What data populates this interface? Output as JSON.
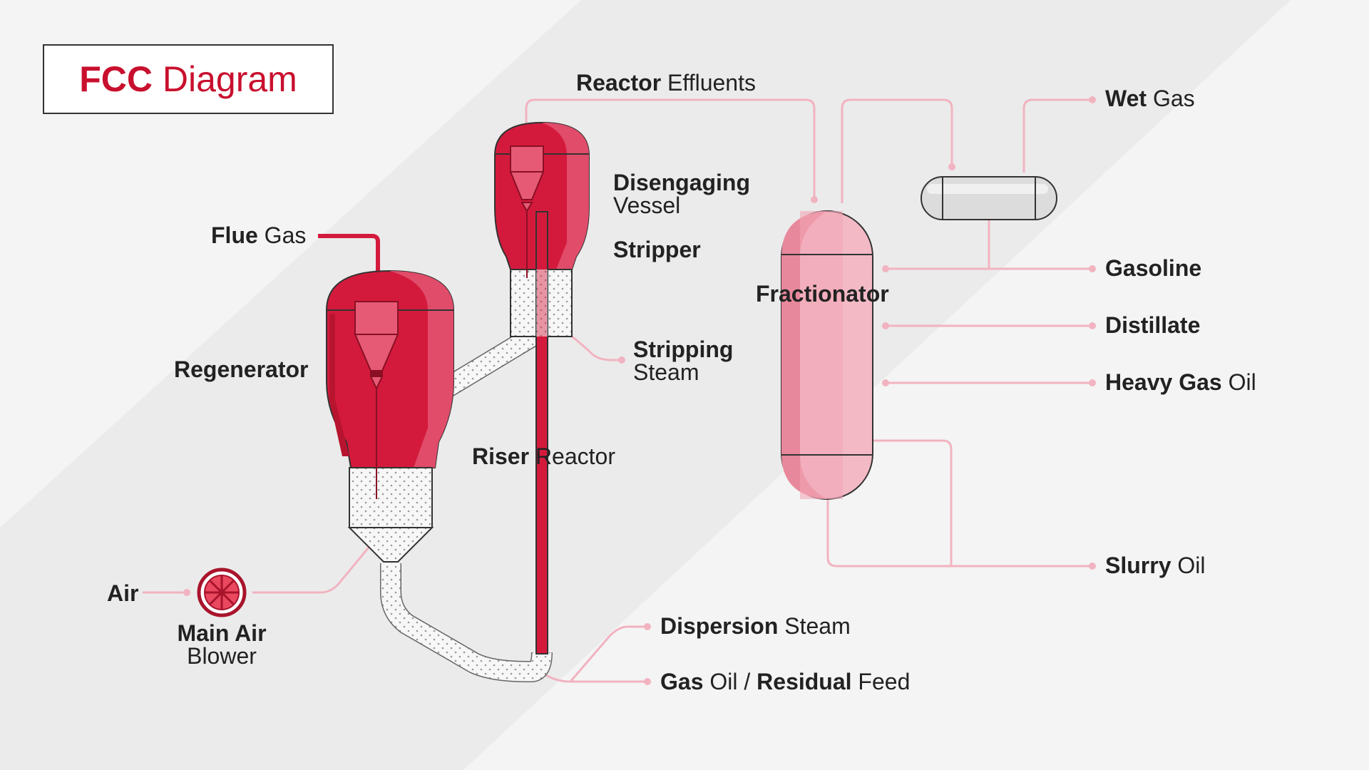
{
  "title": {
    "bold": "FCC",
    "normal": "Diagram"
  },
  "colors": {
    "accent": "#c8102e",
    "vessel_red": "#d41a3c",
    "fractionator_pink": "#f0a0b0",
    "line_pink": "#f2b3c0",
    "background_light": "#f4f4f4",
    "background_band": "#ebebeb"
  },
  "labels": {
    "flue_gas": {
      "bold": "Flue",
      "normal": "Gas"
    },
    "regenerator": {
      "bold": "Regenerator",
      "normal": ""
    },
    "air": {
      "bold": "Air",
      "normal": ""
    },
    "main_air_blower": {
      "bold": "Main Air",
      "normal": "Blower"
    },
    "reactor_effluents": {
      "bold": "Reactor",
      "normal": "Effluents"
    },
    "disengaging_vessel": {
      "bold": "Disengaging",
      "normal": "Vessel"
    },
    "stripper": {
      "bold": "Stripper",
      "normal": ""
    },
    "stripping_steam": {
      "bold": "Stripping",
      "normal": "Steam"
    },
    "riser_reactor": {
      "bold": "Riser",
      "normal": "Reactor"
    },
    "fractionator": {
      "bold": "Fractionator",
      "normal": ""
    },
    "wet_gas": {
      "bold": "Wet",
      "normal": "Gas"
    },
    "gasoline": {
      "bold": "Gasoline",
      "normal": ""
    },
    "distillate": {
      "bold": "Distillate",
      "normal": ""
    },
    "heavy_gas_oil": {
      "bold": "Heavy Gas",
      "normal": "Oil"
    },
    "slurry_oil": {
      "bold": "Slurry",
      "normal": "Oil"
    },
    "dispersion_steam": {
      "bold": "Dispersion",
      "normal": "Steam"
    },
    "feed": {
      "bold1": "Gas",
      "normal1": "Oil /",
      "bold2": "Residual",
      "normal2": "Feed"
    }
  },
  "icons": [
    "blower-wheel-icon",
    "cyclone-icon"
  ]
}
